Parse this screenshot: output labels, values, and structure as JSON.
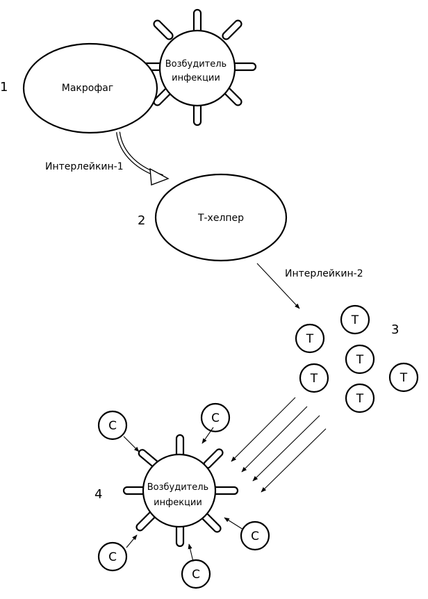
{
  "diagram": {
    "step_numbers": [
      "1",
      "2",
      "3",
      "4"
    ],
    "macrophage": "Макрофаг",
    "pathogen_top": {
      "line1": "Возбудитель",
      "line2": "инфекции"
    },
    "pathogen_bottom": {
      "line1": "Возбудитель",
      "line2": "инфекции"
    },
    "interleukin_1": "Интерлейкин-1",
    "t_helper": "Т-хелпер",
    "interleukin_2": "Интерлейкин-2",
    "t_cell_letter": "Т",
    "c_cell_letter": "С"
  }
}
